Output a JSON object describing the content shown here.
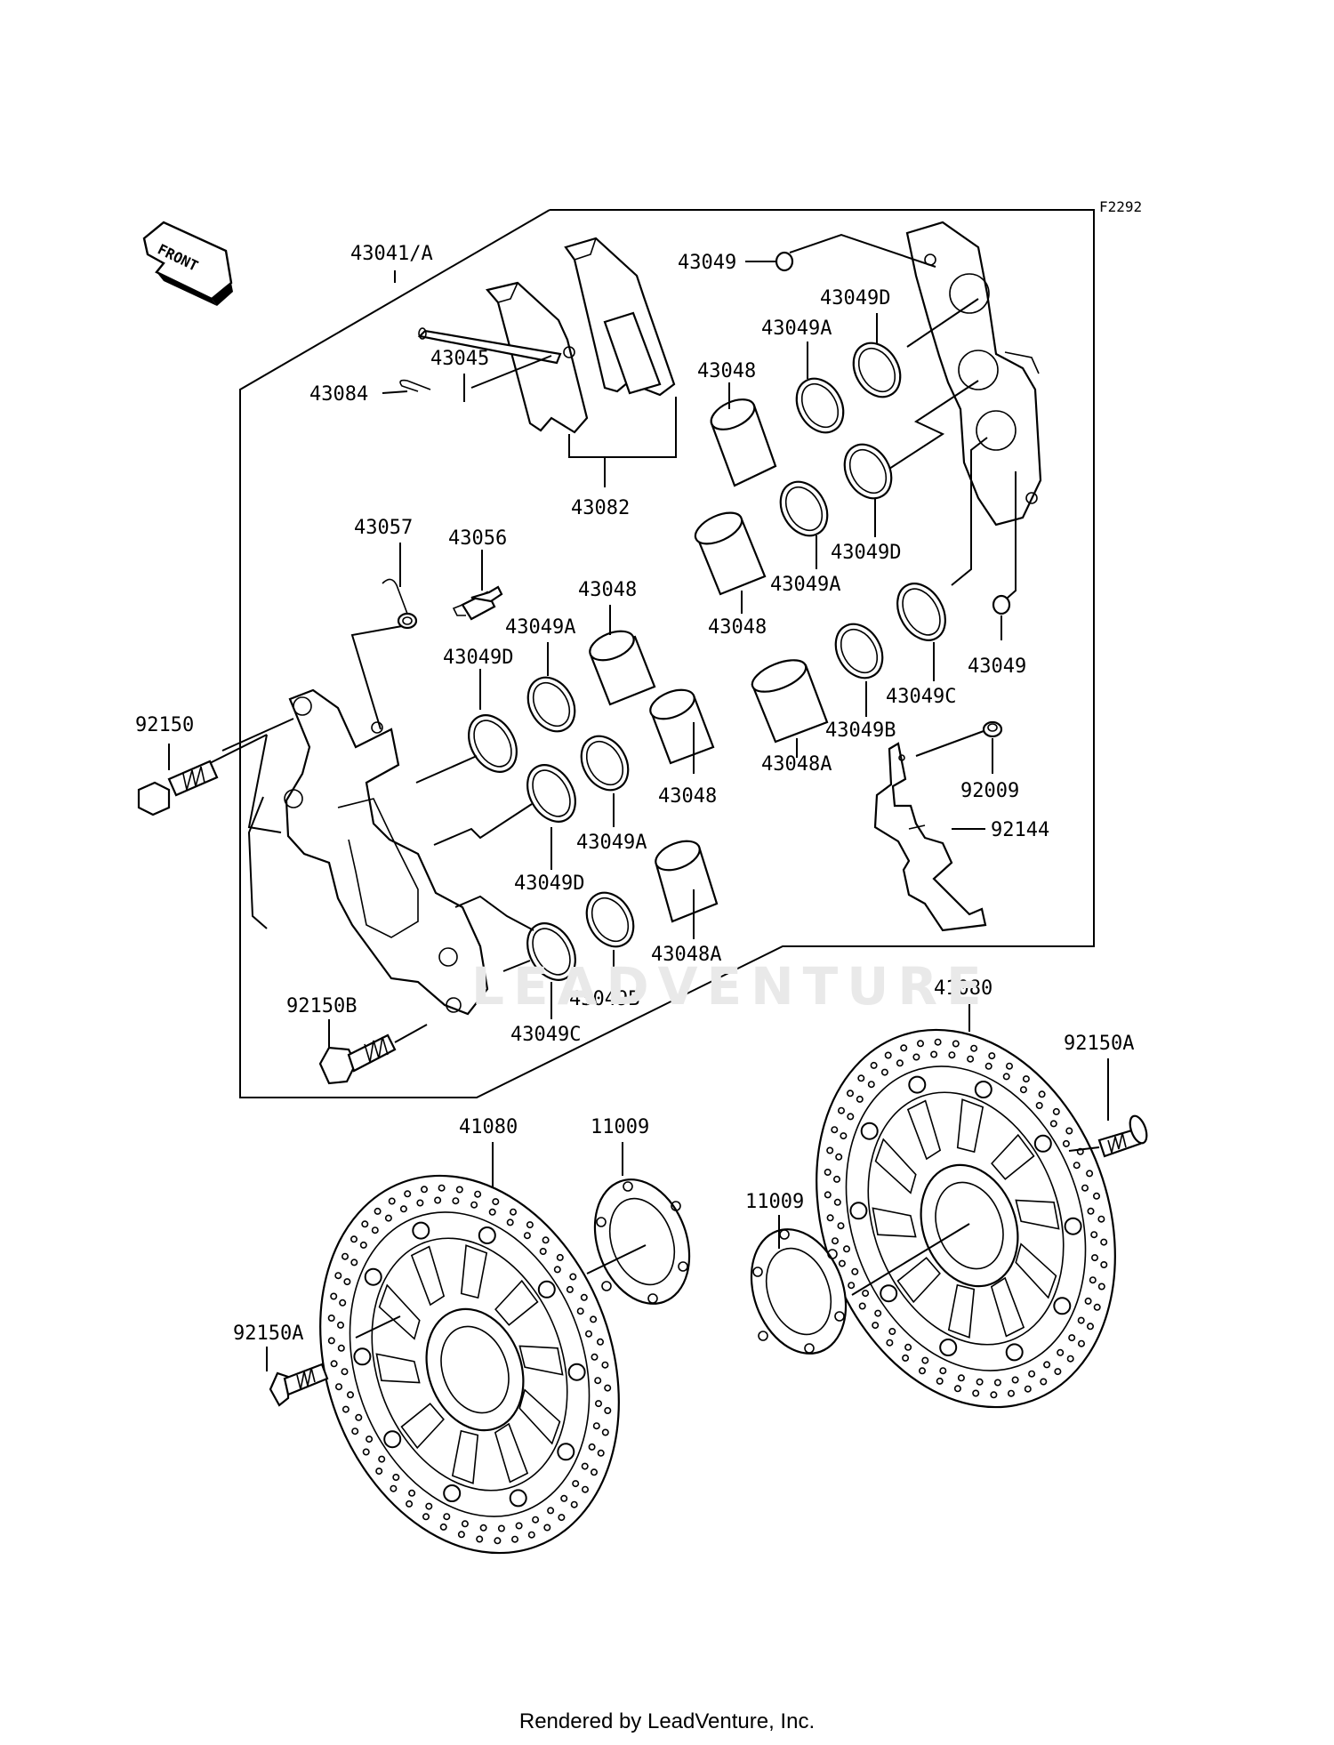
{
  "figure_code": "F2292",
  "front_arrow_label": "FRONT",
  "watermark": "LEADVENTURE",
  "footer": "Rendered by LeadVenture, Inc.",
  "parts": {
    "p43041A": "43041/A",
    "p43045": "43045",
    "p43084": "43084",
    "p43082": "43082",
    "p43049_top": "43049",
    "p43049D_top": "43049D",
    "p43049A_top": "43049A",
    "p43048_top": "43048",
    "p43048_mid": "43048",
    "p43049A_mid": "43049A",
    "p43049D_mid": "43049D",
    "p43049_right": "43049",
    "p43049C_right": "43049C",
    "p43049B_right": "43049B",
    "p43048A_right": "43048A",
    "p92009": "92009",
    "p92144": "92144",
    "p43057": "43057",
    "p43056": "43056",
    "p43048_left1": "43048",
    "p43049A_left1": "43049A",
    "p43049D_left1": "43049D",
    "p92150": "92150",
    "p43048_left2": "43048",
    "p43049A_left2": "43049A",
    "p43049D_left2": "43049D",
    "p43048A_left": "43048A",
    "p43049B_left": "43049B",
    "p43049C_left": "43049C",
    "p92150B": "92150B",
    "p41080_right": "41080",
    "p92150A_right": "92150A",
    "p41080_left": "41080",
    "p11009_left": "11009",
    "p11009_right": "11009",
    "p92150A_left": "92150A"
  }
}
